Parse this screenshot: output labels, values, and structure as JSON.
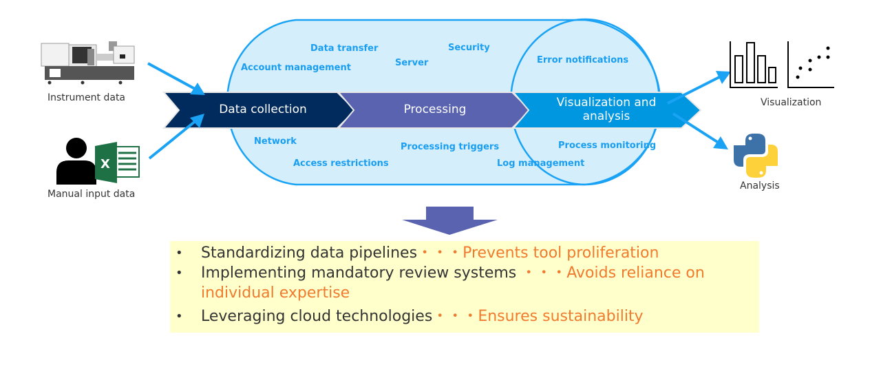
{
  "inputs": {
    "instrument_label": "Instrument data",
    "manual_label": "Manual input data"
  },
  "pipeline": {
    "stages": [
      {
        "label": "Data collection",
        "color": "#002b5c"
      },
      {
        "label": "Processing",
        "color": "#5a63b0"
      },
      {
        "label": "Visualization and analysis",
        "color": "#0096e0"
      }
    ],
    "container_fill": "#d4eefc",
    "container_stroke": "#1aa3f5",
    "top_labels": [
      "Data transfer",
      "Account management",
      "Server",
      "Security",
      "Error notifications"
    ],
    "bottom_labels": [
      "Network",
      "Access restrictions",
      "Processing triggers",
      "Log management",
      "Process monitoring"
    ]
  },
  "outputs": {
    "visualization_label": "Visualization",
    "analysis_label": "Analysis"
  },
  "summary": {
    "background": "#ffffcc",
    "items": [
      {
        "bullet": "•",
        "main": "Standardizing data pipelines",
        "sep": "・・・",
        "result": "Prevents tool proliferation"
      },
      {
        "bullet": "•",
        "main": "Implementing mandatory review systems",
        "sep": " ・・・",
        "result": "Avoids reliance on",
        "result_cont": "individual expertise"
      },
      {
        "bullet": "•",
        "main": "Leveraging cloud technologies",
        "sep": "・・・",
        "result": "Ensures sustainability"
      }
    ]
  },
  "colors": {
    "arrow_blue": "#1aa3f5",
    "down_arrow": "#5a63b0",
    "orange_text": "#f07a2e"
  }
}
